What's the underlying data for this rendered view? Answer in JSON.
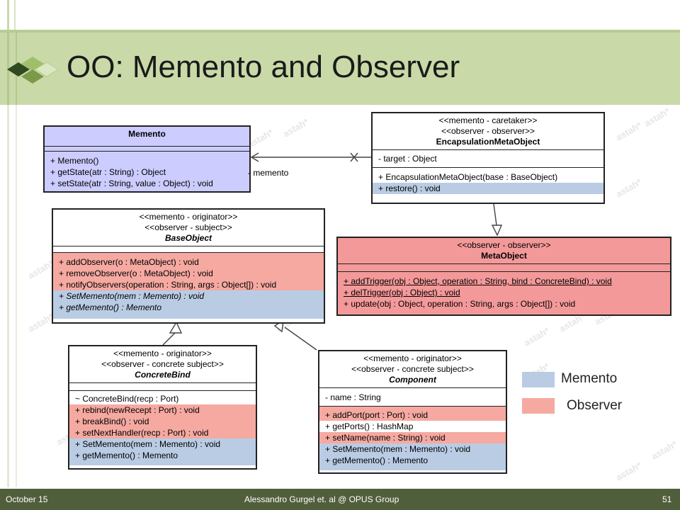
{
  "slide": {
    "title": "OO: Memento and Observer",
    "footer_date": "October 15",
    "footer_author": "Alessandro Gurgel et. al @ OPUS Group",
    "footer_page": "51"
  },
  "watermark": "astah*",
  "colors": {
    "memento": "#b9cce4",
    "observer": "#f5a9a1",
    "memento_class": "#ccccff",
    "metaobject_class": "#f4999a",
    "title_band": "#c9d9a8",
    "footer": "#515e3b"
  },
  "legend": {
    "memento_label": "Memento",
    "observer_label": "Observer"
  },
  "association_label": "- memento",
  "classes": {
    "memento": {
      "name": "Memento",
      "operations": [
        "+ Memento()",
        "+ getState(atr : String) : Object",
        "+ setState(atr : String, value : Object) : void"
      ]
    },
    "encapsulation": {
      "stereotype1": "<<memento - caretaker>>",
      "stereotype2": "<<observer - observer>>",
      "name": "EncapsulationMetaObject",
      "attributes": [
        "- target : Object"
      ],
      "operations": [
        "+ EncapsulationMetaObject(base : BaseObject)",
        "+ restore() : void"
      ]
    },
    "baseobject": {
      "stereotype1": "<<memento - originator>>",
      "stereotype2": "<<observer - subject>>",
      "name": "BaseObject",
      "operations": [
        "+ addObserver(o : MetaObject) : void",
        "+ removeObserver(o : MetaObject) : void",
        "+ notifyObservers(operation : String, args : Object[]) : void",
        "+ SetMemento(mem : Memento) : void",
        "+ getMemento() : Memento"
      ]
    },
    "metaobject": {
      "stereotype1": "<<observer - observer>>",
      "name": "MetaObject",
      "operations": [
        "+ addTrigger(obj : Object, operation : String, bind : ConcreteBind) : void",
        "+ delTrigger(obj : Object) : void",
        "+ update(obj : Object, operation : String, args : Object[]) : void"
      ]
    },
    "concretebind": {
      "stereotype1": "<<memento - originator>>",
      "stereotype2": "<<observer - concrete subject>>",
      "name": "ConcreteBind",
      "operations": [
        "~ ConcreteBind(recp : Port)",
        "+ rebind(newRecept : Port) : void",
        "+ breakBind() : void",
        "+ setNextHandler(recp : Port) : void",
        "+ SetMemento(mem : Memento) : void",
        "+ getMemento() : Memento"
      ]
    },
    "component": {
      "stereotype1": "<<memento - originator>>",
      "stereotype2": "<<observer - concrete subject>>",
      "name": "Component",
      "attributes": [
        "- name : String"
      ],
      "operations": [
        "+ addPort(port : Port) : void",
        "+ getPorts() : HashMap",
        "+ setName(name : String) : void",
        "+ SetMemento(mem : Memento) : void",
        "+ getMemento() : Memento"
      ]
    }
  }
}
